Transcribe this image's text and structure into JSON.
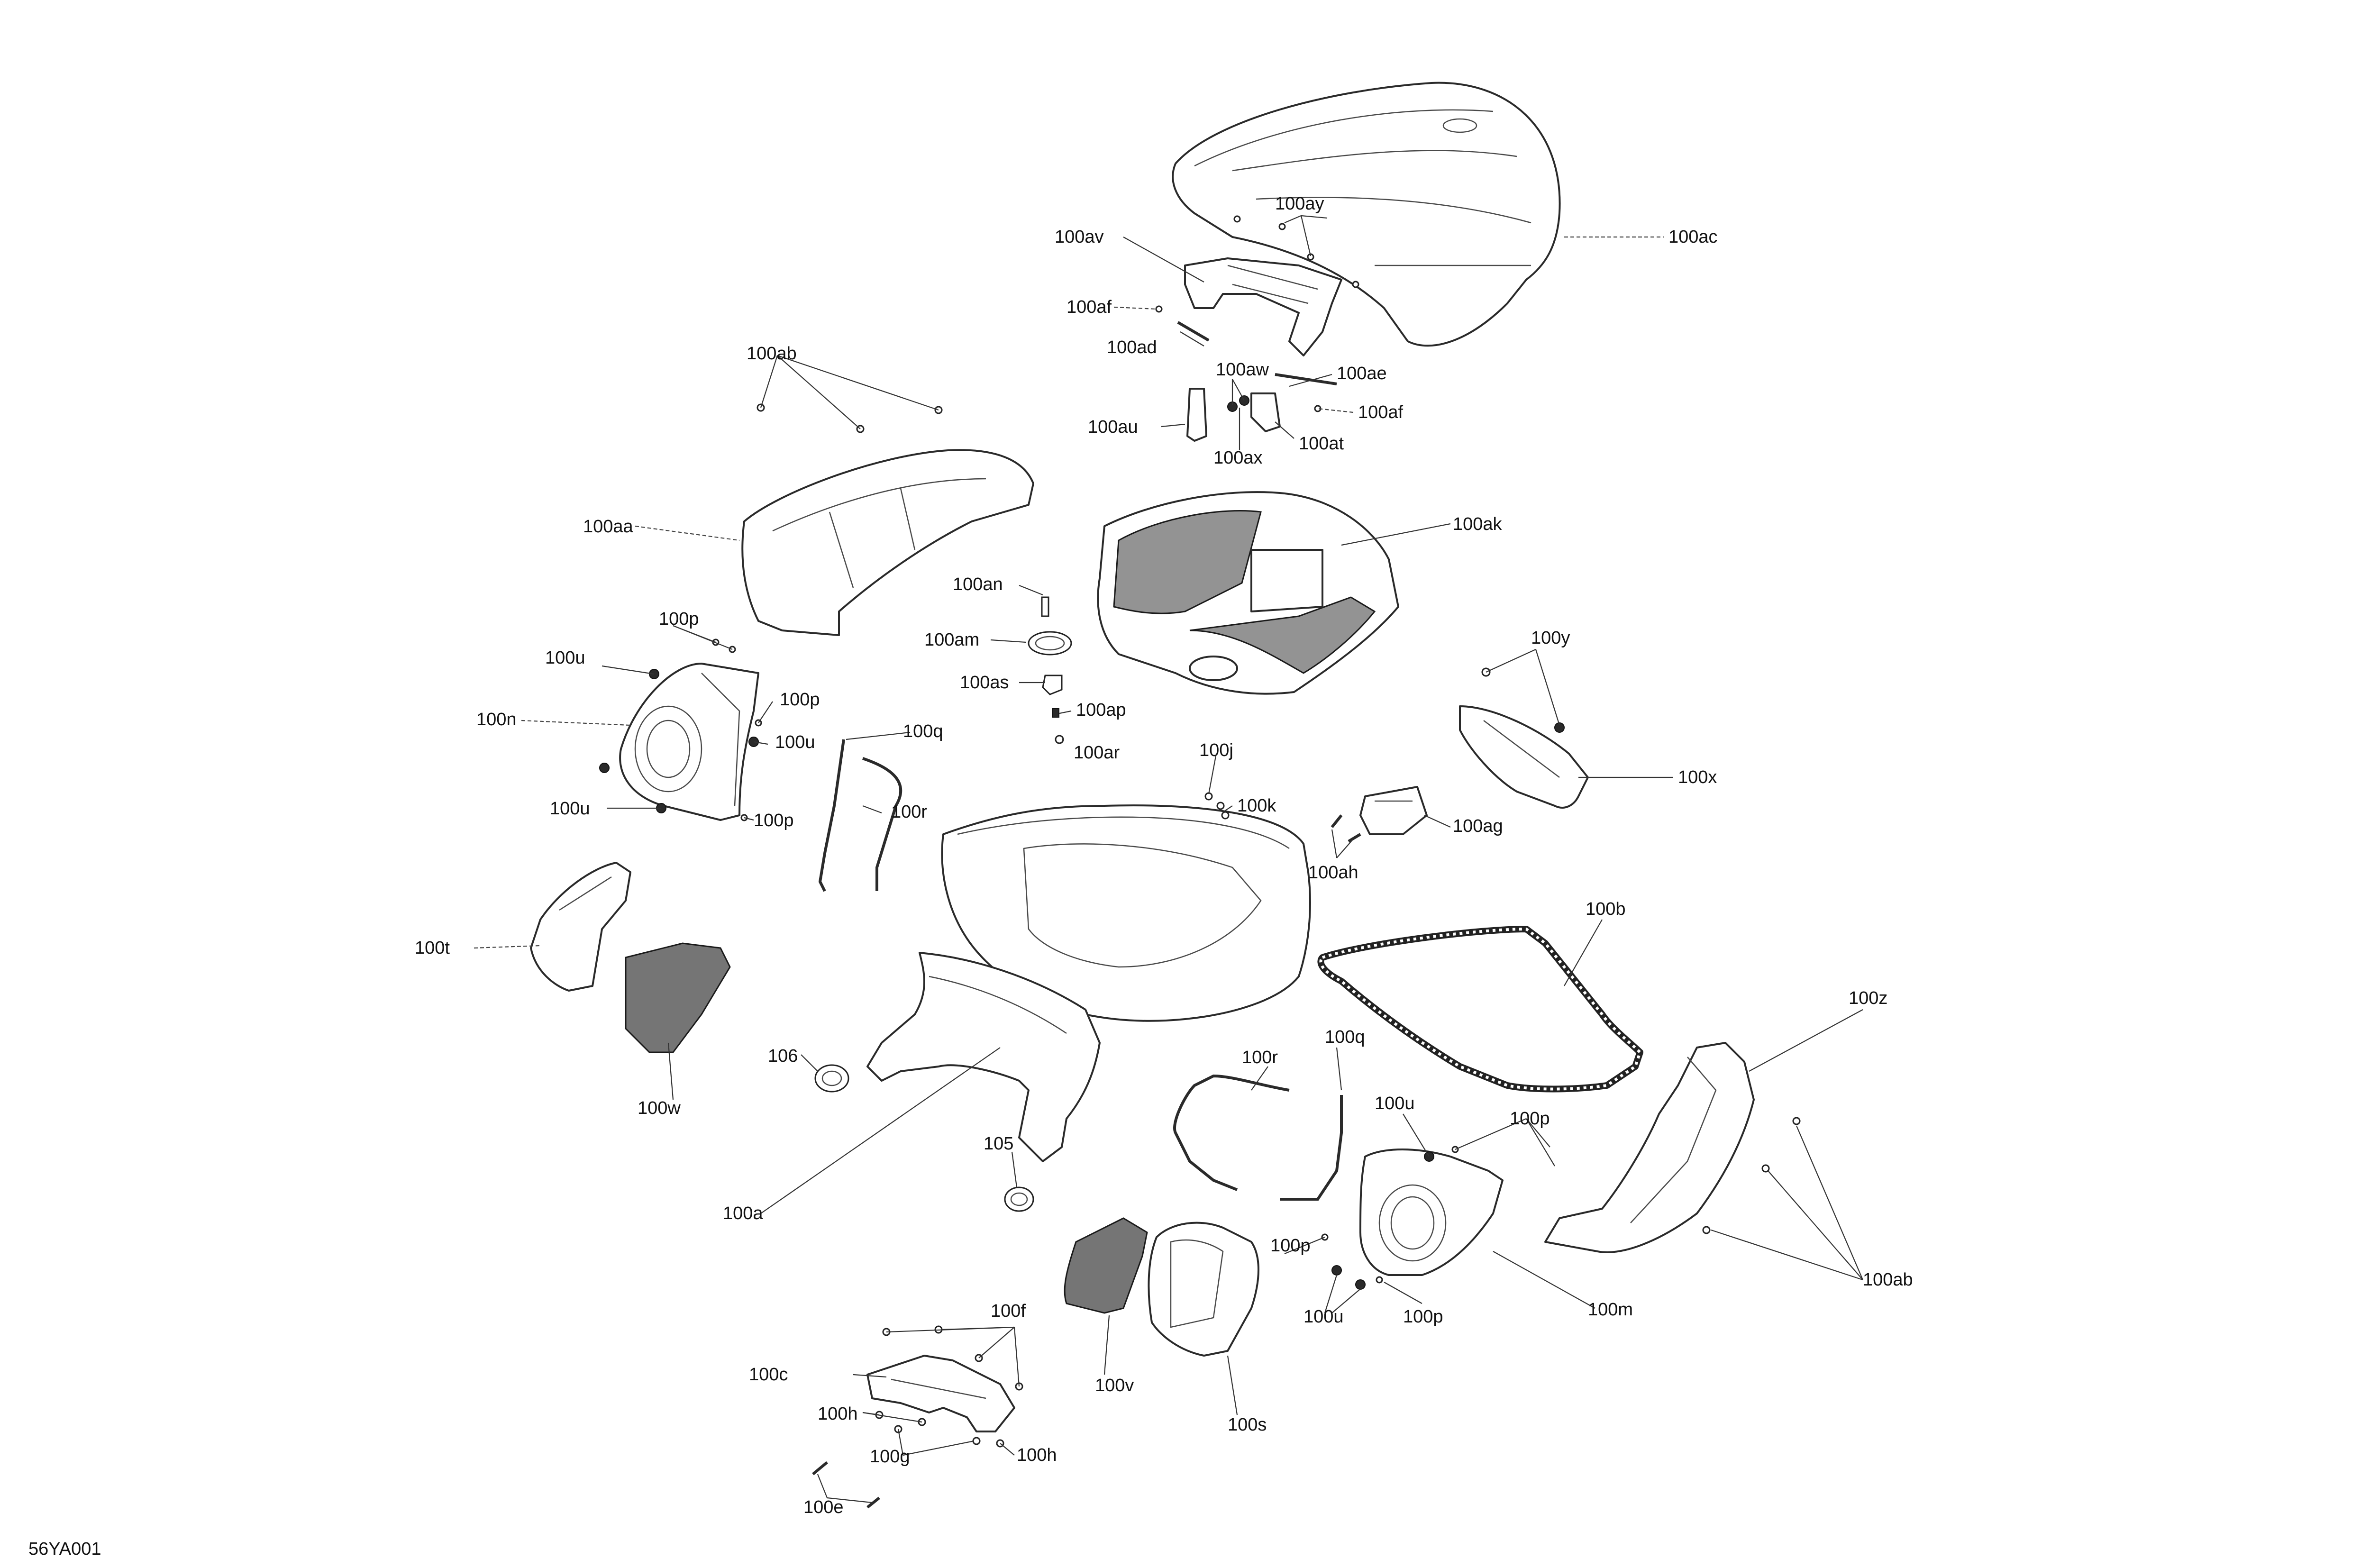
{
  "figure_id": "56YA001",
  "callouts": {
    "c100ac": "100ac",
    "c100ay": "100ay",
    "c100av": "100av",
    "c100af_top": "100af",
    "c100ad": "100ad",
    "c100ae": "100ae",
    "c100aw": "100aw",
    "c100af_mid": "100af",
    "c100au": "100au",
    "c100ax": "100ax",
    "c100at": "100at",
    "c100ab_left": "100ab",
    "c100aa": "100aa",
    "c100ak": "100ak",
    "c100an": "100an",
    "c100am": "100am",
    "c100as": "100as",
    "c100ap": "100ap",
    "c100ar": "100ar",
    "c100p_a": "100p",
    "c100u_a": "100u",
    "c100p_b": "100p",
    "c100n": "100n",
    "c100u_b": "100u",
    "c100u_c": "100u",
    "c100p_c": "100p",
    "c100q_a": "100q",
    "c100r_a": "100r",
    "c100y": "100y",
    "c100x": "100x",
    "c100j": "100j",
    "c100k": "100k",
    "c100ag": "100ag",
    "c100ah": "100ah",
    "c100t": "100t",
    "c100b": "100b",
    "c100z": "100z",
    "c106": "106",
    "c100w": "100w",
    "c100q_b": "100q",
    "c100r_b": "100r",
    "c100u_d": "100u",
    "c100p_d": "100p",
    "c105": "105",
    "c100a": "100a",
    "c100p_e": "100p",
    "c100ab_right": "100ab",
    "c100u_e": "100u",
    "c100p_f": "100p",
    "c100m": "100m",
    "c100f": "100f",
    "c100c": "100c",
    "c100v": "100v",
    "c100s": "100s",
    "c100h_a": "100h",
    "c100g": "100g",
    "c100h_b": "100h",
    "c100e": "100e"
  }
}
